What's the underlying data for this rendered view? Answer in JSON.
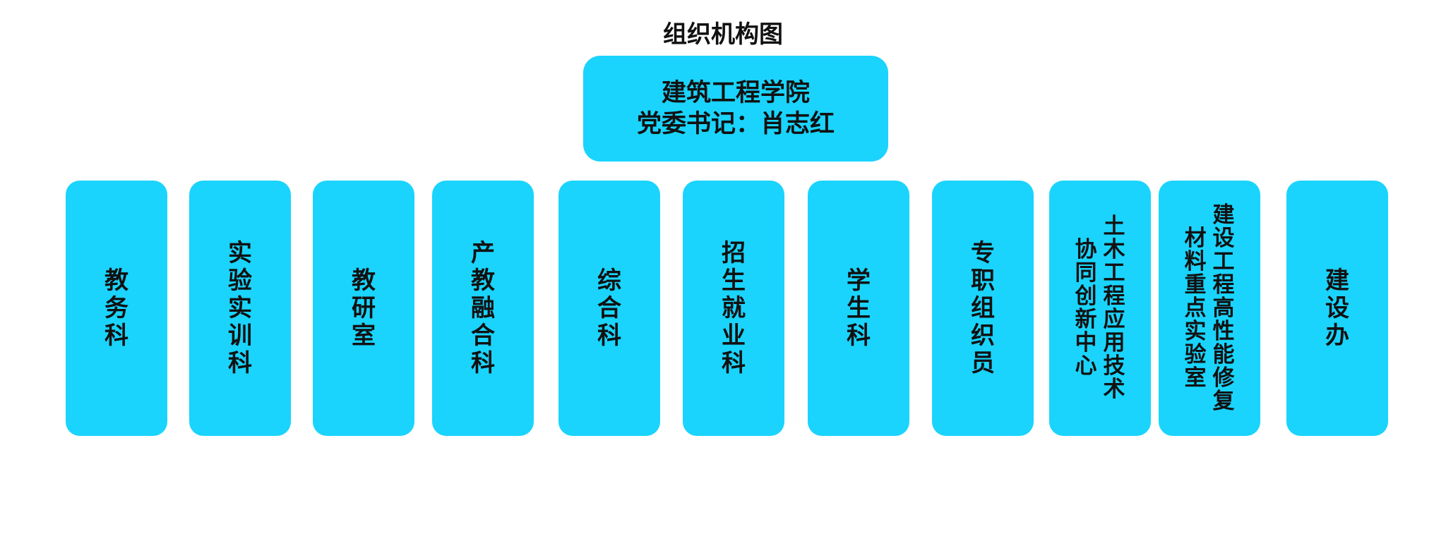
{
  "title": "组织机构图",
  "root": {
    "name": "建筑工程学院",
    "secretary": "党委书记：肖志红"
  },
  "departments": [
    {
      "name": "教务科",
      "columns": [
        "教务科"
      ]
    },
    {
      "name": "实验实训科",
      "columns": [
        "实验实训科"
      ]
    },
    {
      "name": "教研室",
      "columns": [
        "教研室"
      ]
    },
    {
      "name": "产教融合科",
      "columns": [
        "产教融合科"
      ]
    },
    {
      "name": "综合科",
      "columns": [
        "综合科"
      ]
    },
    {
      "name": "招生就业科",
      "columns": [
        "招生就业科"
      ]
    },
    {
      "name": "学生科",
      "columns": [
        "学生科"
      ]
    },
    {
      "name": "专职组织员",
      "columns": [
        "专职组织员"
      ]
    },
    {
      "name": "土木工程应用技术协同创新中心",
      "columns": [
        "土木工程应用技术",
        "协同创新中心"
      ]
    },
    {
      "name": "建设工程高性能修复材料重点实验室",
      "columns": [
        "建设工程高性能修复",
        "材料重点实验室"
      ]
    },
    {
      "name": "建设办",
      "columns": [
        "建设办"
      ]
    }
  ]
}
